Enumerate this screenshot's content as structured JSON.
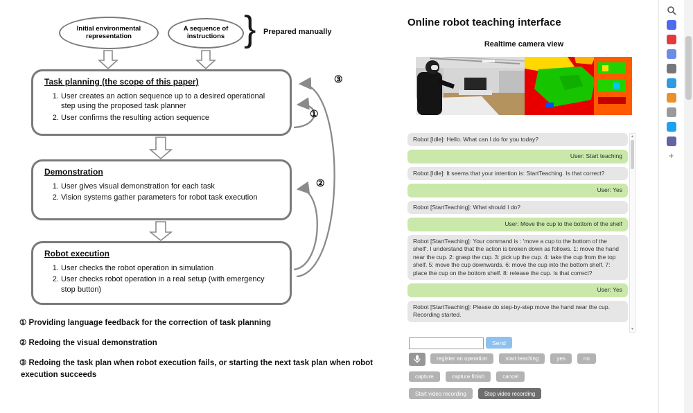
{
  "colors": {
    "robot_bubble": "#e6e6e6",
    "user_bubble": "#c9e8a9",
    "send_button": "#8fc1ef",
    "button_gray": "#b3b3b3",
    "button_dark": "#6e6e6e",
    "box_border": "#7a7a7a"
  },
  "diagram": {
    "ellipse1": "Initial environmental representation",
    "ellipse2": "A sequence of instructions",
    "brace_glyph": "}",
    "prepared_label": "Prepared manually",
    "boxes": [
      {
        "title": "Task planning (the scope of this paper)",
        "items": [
          "User creates an action sequence up to a desired operational step using the proposed task planner",
          "User confirms the resulting action sequence"
        ]
      },
      {
        "title": "Demonstration",
        "items": [
          "User gives visual demonstration for each task",
          "Vision systems gather parameters for robot task execution"
        ]
      },
      {
        "title": "Robot execution",
        "items": [
          "User checks the robot operation in simulation",
          "User checks robot operation in a real setup (with emergency stop button)"
        ]
      }
    ],
    "loop_labels": [
      "①",
      "②",
      "③"
    ],
    "legend": [
      "① Providing language feedback for the correction of task planning",
      "② Redoing the visual demonstration",
      "③ Redoing the task plan when robot execution fails, or starting the next task plan when robot execution succeeds"
    ]
  },
  "interface": {
    "title": "Online robot teaching interface",
    "camera_title": "Realtime camera view",
    "chat": [
      {
        "sender": "robot",
        "text": "Robot [Idle]: Hello. What can I do for you today?"
      },
      {
        "sender": "user",
        "text": "User: Start teaching"
      },
      {
        "sender": "robot",
        "text": "Robot [Idle]: It seems that your intention is: StartTeaching. Is that correct?"
      },
      {
        "sender": "user",
        "text": "User: Yes"
      },
      {
        "sender": "robot",
        "text": "Robot [StartTeaching]: What should I do?"
      },
      {
        "sender": "user",
        "text": "User: Move the cup to the bottom of the shelf"
      },
      {
        "sender": "robot",
        "text": "Robot [StartTeaching]: Your command is : 'move a cup to the bottom of the shelf'. I understand that the action is broken down as follows. 1: move the hand near the cup. 2: grasp the cup. 3: pick up the cup. 4: take the cup from the top shelf. 5: move the cup downwards. 6: move the cup into the bottom shelf. 7: place the cup on the bottom shelf. 8: release the cup. Is that correct?"
      },
      {
        "sender": "user",
        "text": "User: Yes"
      },
      {
        "sender": "robot",
        "text": "Robot [StartTeaching]: Please do step-by-step:move the hand near the cup. Recording started."
      }
    ],
    "input_value": "",
    "send_label": "Send",
    "buttons_row1": [
      "register an operation",
      "start teaching",
      "yes",
      "no"
    ],
    "buttons_row2": [
      "capture",
      "capture finish",
      "cancel"
    ],
    "buttons_row3": [
      "Start video recording",
      "Stop video recording"
    ]
  },
  "browser_sidebar": {
    "icons": [
      {
        "name": "app-blue",
        "color": "#4f6bed"
      },
      {
        "name": "app-red",
        "color": "#e23b3b"
      },
      {
        "name": "people",
        "color": "#6b8ce8"
      },
      {
        "name": "settings",
        "color": "#777777"
      },
      {
        "name": "cloud",
        "color": "#2f9be0"
      },
      {
        "name": "office",
        "color": "#e8912d"
      },
      {
        "name": "app-gray",
        "color": "#9a9a9a"
      },
      {
        "name": "twitter",
        "color": "#1da1f2"
      },
      {
        "name": "teams",
        "color": "#6264a7"
      }
    ],
    "add_glyph": "+"
  }
}
